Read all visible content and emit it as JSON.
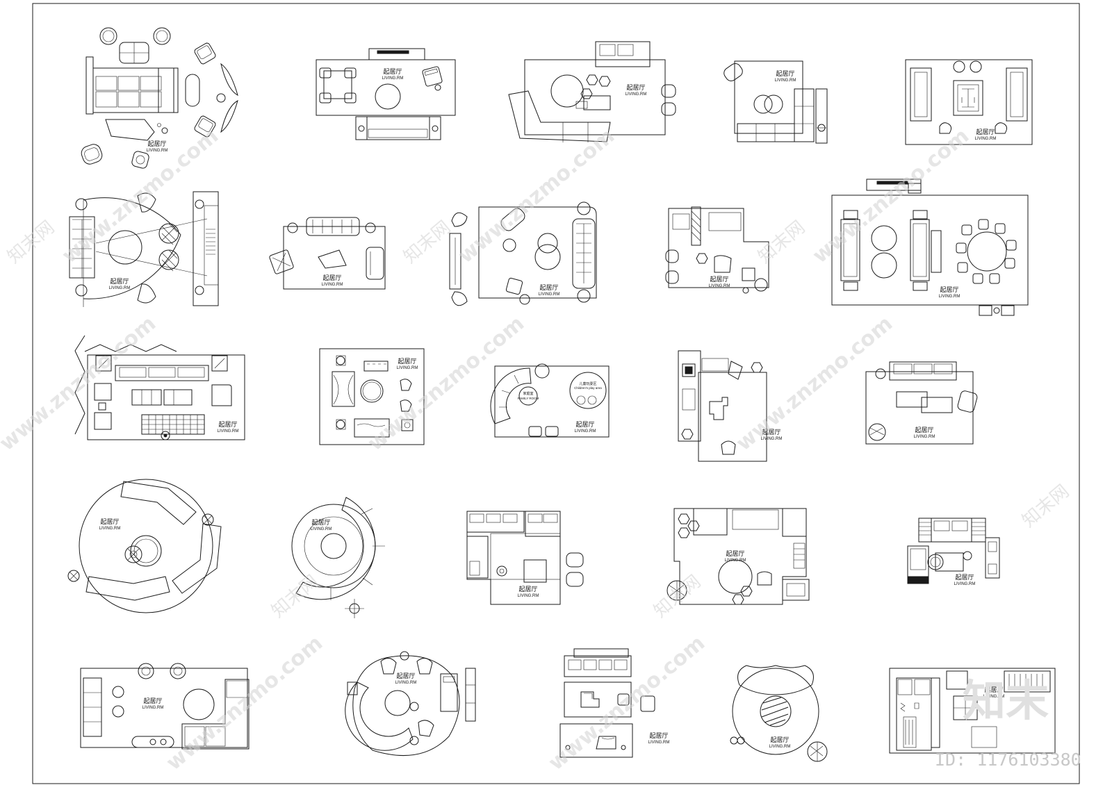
{
  "room_label_cn": "起居厅",
  "room_label_en": "LIVING.RM",
  "family_room_cn": "家庭室",
  "family_room_en": "FAMILY ROOM",
  "children_area_cn": "儿童玩耍区",
  "children_area_en": "Children's play area",
  "watermark_url": "www.znzmo.com",
  "watermark_cn": "知末网",
  "logo_text": "知末",
  "image_id": "ID: 1176103380"
}
